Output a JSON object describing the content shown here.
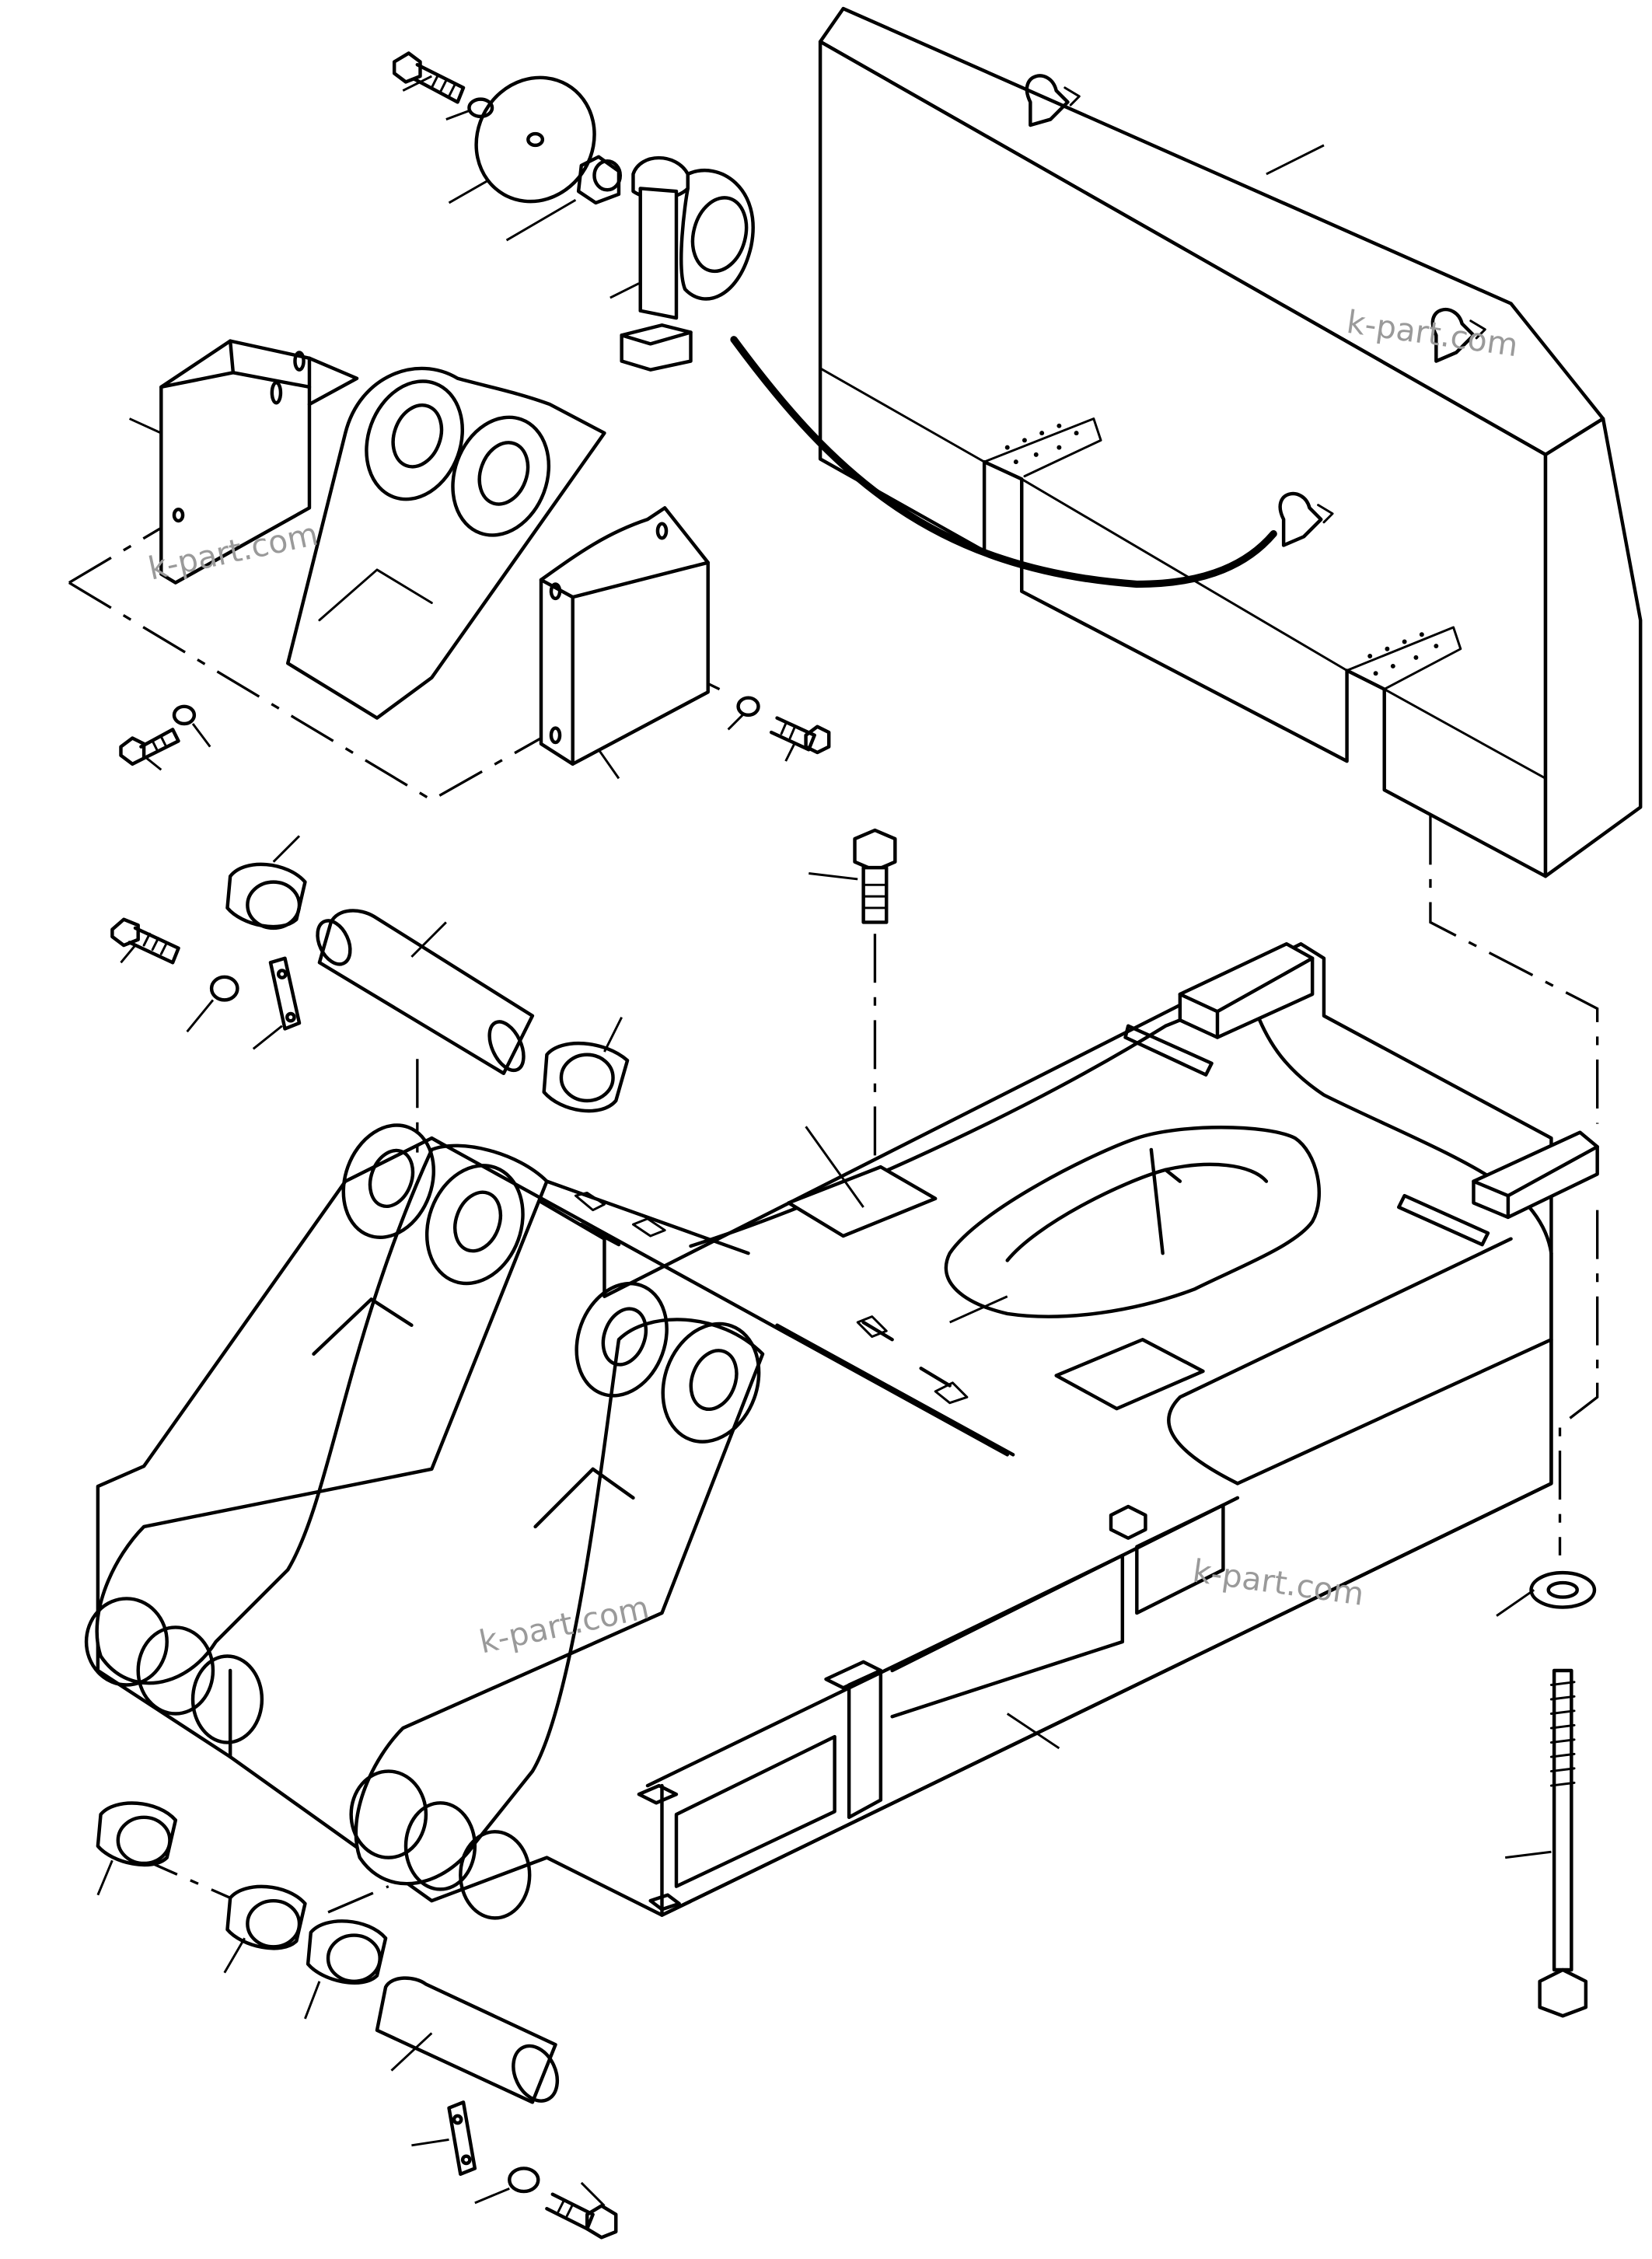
{
  "watermarks": [
    "k-part.com",
    "k-part.com",
    "k-part.com",
    "k-part.com"
  ],
  "parts": [
    {
      "name": "counterweight-panel",
      "icon": "counterweight-icon"
    },
    {
      "name": "lifting-eye",
      "icon": "lifting-eye-icon"
    },
    {
      "name": "eye-bracket",
      "icon": "bracket-icon"
    },
    {
      "name": "spacer-disc",
      "icon": "disc-icon"
    },
    {
      "name": "bushing",
      "icon": "bushing-icon"
    },
    {
      "name": "pin",
      "icon": "pin-icon"
    },
    {
      "name": "lock-plate",
      "icon": "plate-icon"
    },
    {
      "name": "bolt",
      "icon": "bolt-icon"
    },
    {
      "name": "washer",
      "icon": "washer-icon"
    },
    {
      "name": "cover",
      "icon": "cover-icon"
    },
    {
      "name": "long-bolt",
      "icon": "long-bolt-icon"
    },
    {
      "name": "revolving-frame",
      "icon": "frame-icon"
    }
  ],
  "colors": {
    "line": "#000000",
    "background": "#ffffff",
    "watermark": "#9a9a9a"
  }
}
